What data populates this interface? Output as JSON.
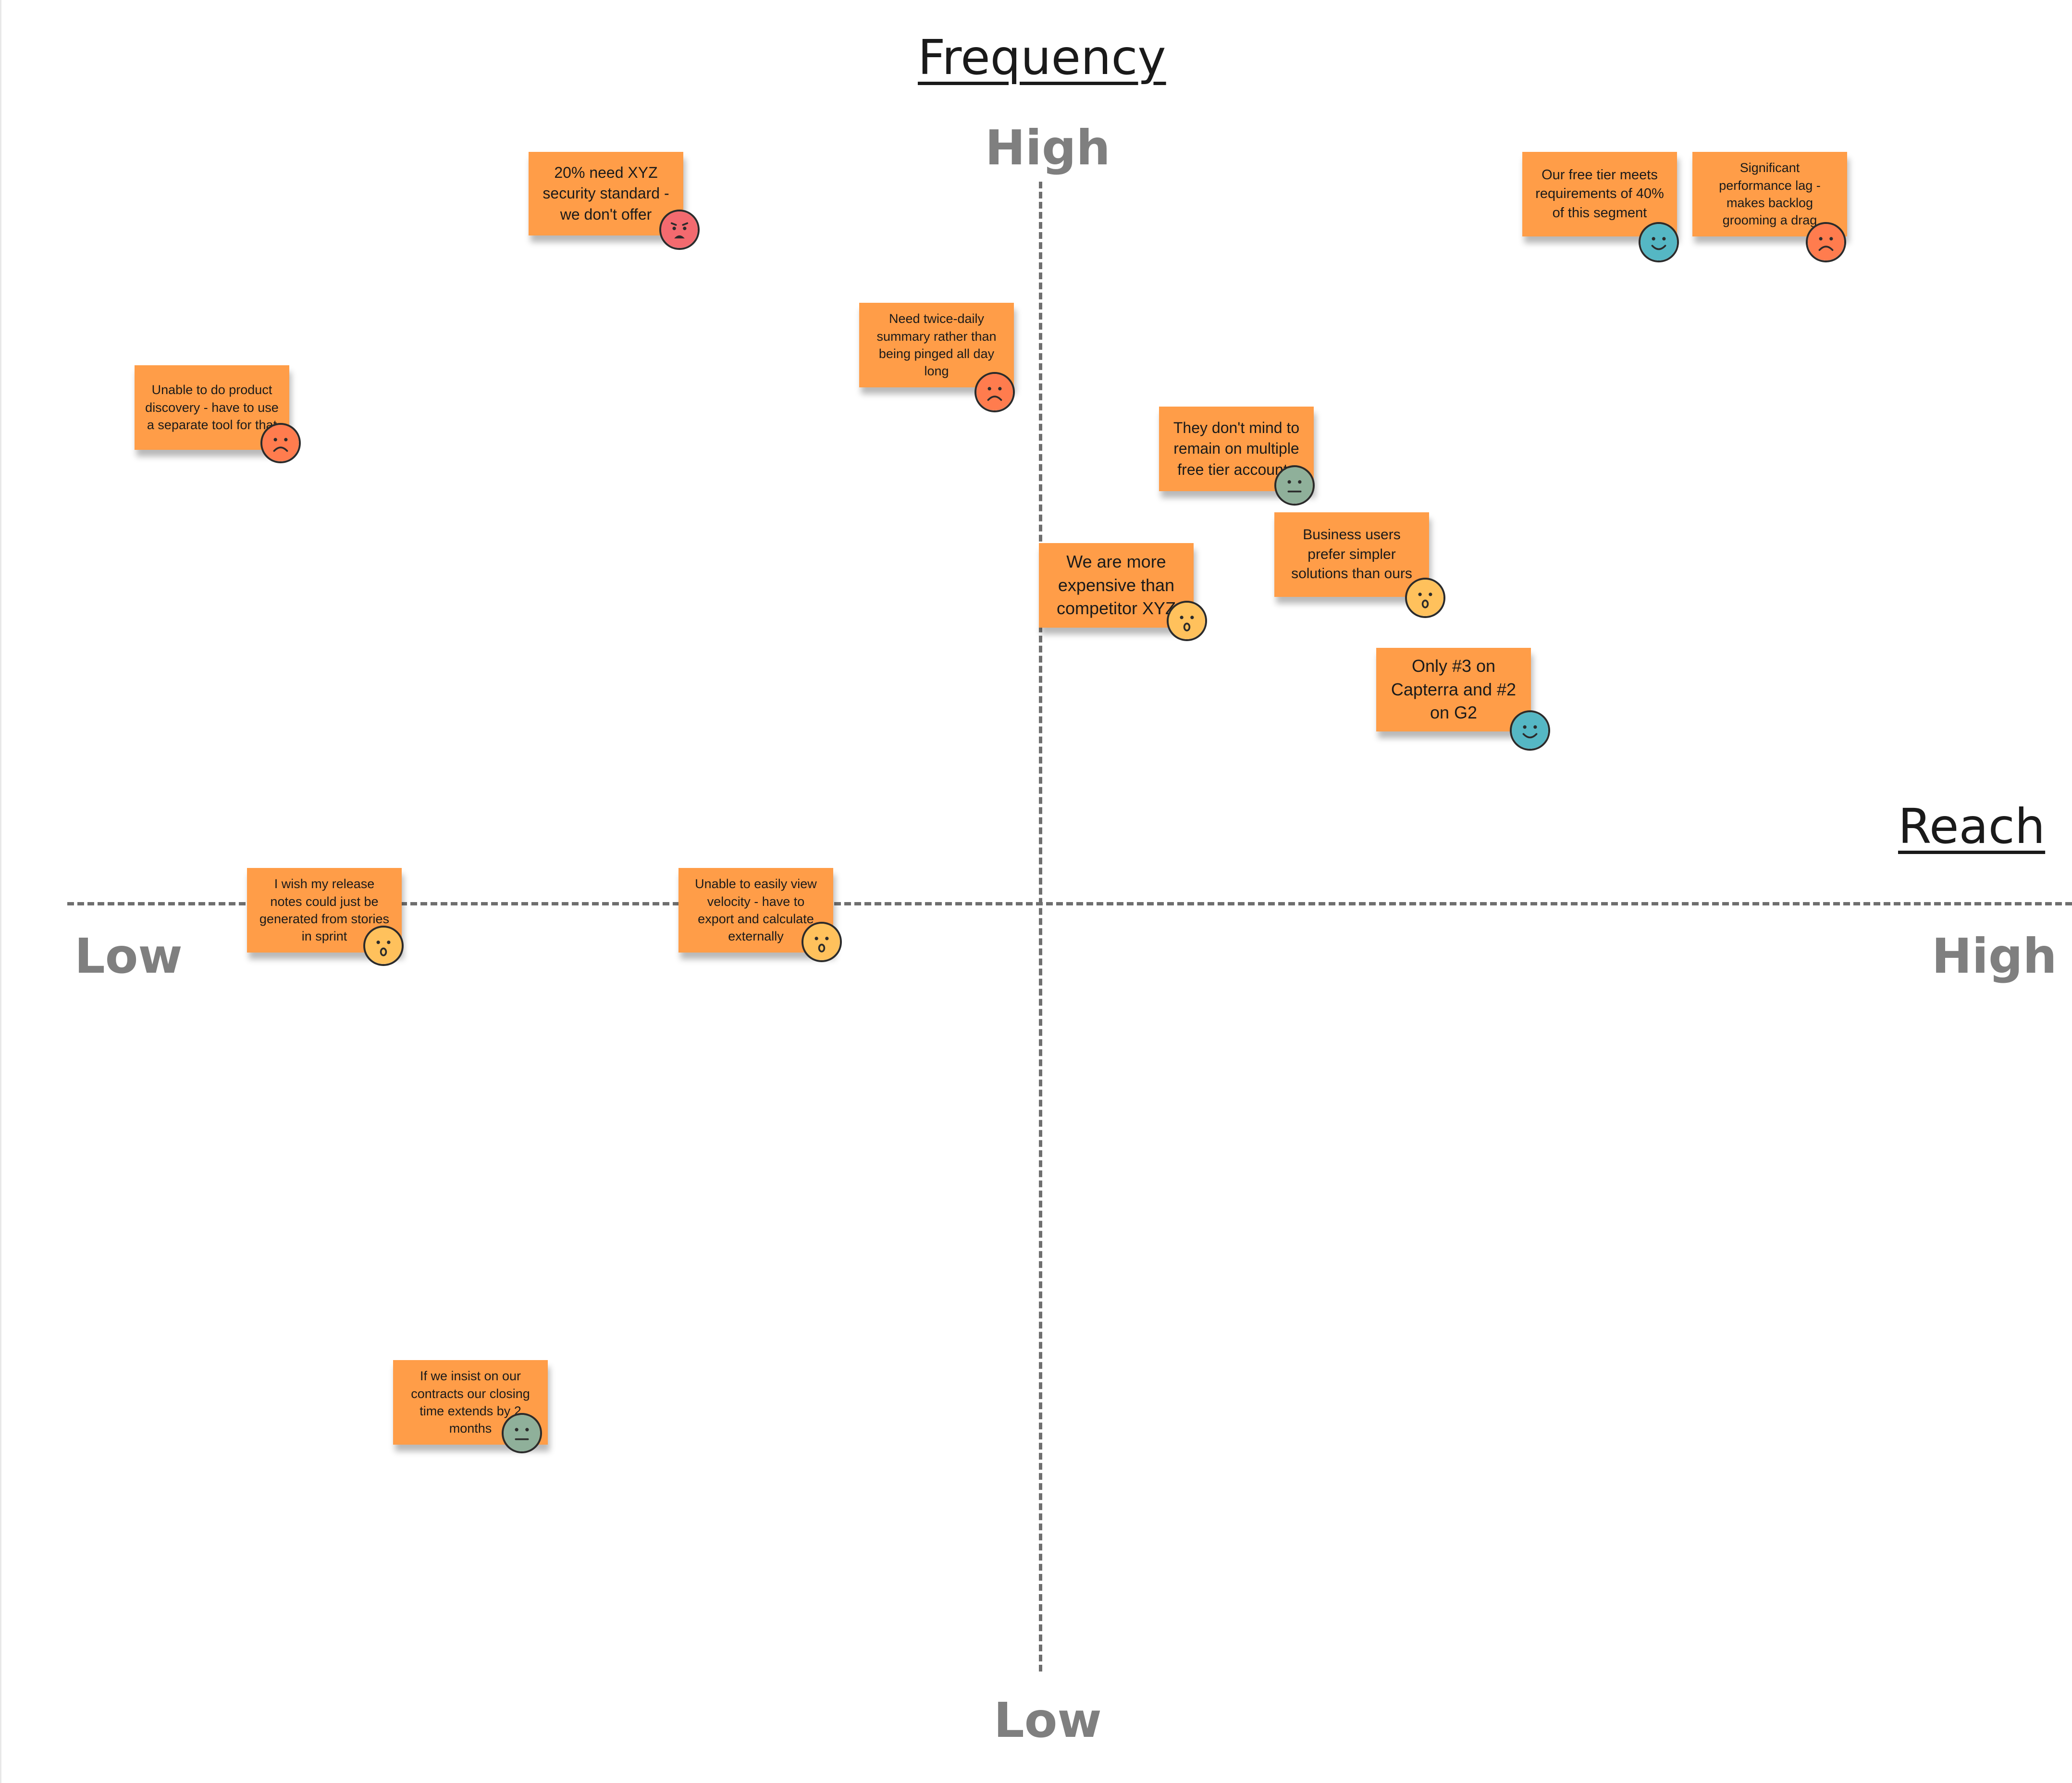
{
  "axes": {
    "vertical_title": "Frequency",
    "vertical_high": "High",
    "vertical_low": "Low",
    "horizontal_title": "Reach",
    "horizontal_low": "Low",
    "horizontal_high": "High"
  },
  "sentiment_colors": {
    "very-sad": "#f36a6f",
    "sad": "#ff7c4e",
    "surprised": "#ffc15c",
    "neutral": "#8fb09a",
    "happy": "#55b7c4"
  },
  "notes": [
    {
      "text": "20% need XYZ security standard - we don't offer",
      "sentiment": "very-sad"
    },
    {
      "text": "Need twice-daily summary rather than being pinged all day long",
      "sentiment": "sad"
    },
    {
      "text": "Unable to do product discovery - have to use a separate tool for that",
      "sentiment": "sad"
    },
    {
      "text": "Our free tier meets requirements of 40% of this segment",
      "sentiment": "happy"
    },
    {
      "text": "Significant performance lag - makes backlog grooming a drag",
      "sentiment": "sad"
    },
    {
      "text": "They don't mind to remain on multiple free tier accounts",
      "sentiment": "neutral"
    },
    {
      "text": "Business users prefer simpler solutions than ours",
      "sentiment": "surprised"
    },
    {
      "text": "We are more expensive than competitor XYZ",
      "sentiment": "surprised"
    },
    {
      "text": "Only #3 on Capterra and #2 on G2",
      "sentiment": "happy"
    },
    {
      "text": "I wish my release notes could just be generated from stories in sprint",
      "sentiment": "surprised"
    },
    {
      "text": "Unable to easily view velocity - have to export and calculate externally",
      "sentiment": "surprised"
    },
    {
      "text": "If we insist on our contracts our closing time extends by 2 months",
      "sentiment": "neutral"
    }
  ]
}
